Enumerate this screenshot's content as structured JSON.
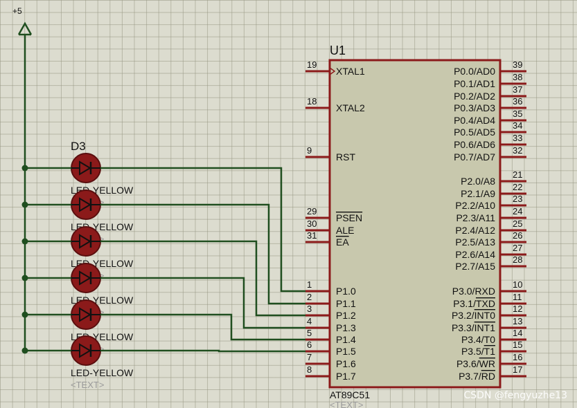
{
  "power": {
    "label": "+5"
  },
  "chip": {
    "ref": "U1",
    "part": "AT89C51",
    "text_placeholder": "<TEXT>",
    "left_pins": [
      {
        "num": "19",
        "name": "XTAL1",
        "clock": true
      },
      {
        "num": "18",
        "name": "XTAL2"
      },
      {
        "num": "9",
        "name": "RST"
      },
      {
        "num": "29",
        "name": "PSEN",
        "overbar": true
      },
      {
        "num": "30",
        "name": "ALE"
      },
      {
        "num": "31",
        "name": "EA",
        "overbar": true
      },
      {
        "num": "1",
        "name": "P1.0"
      },
      {
        "num": "2",
        "name": "P1.1"
      },
      {
        "num": "3",
        "name": "P1.2"
      },
      {
        "num": "4",
        "name": "P1.3"
      },
      {
        "num": "5",
        "name": "P1.4"
      },
      {
        "num": "6",
        "name": "P1.5"
      },
      {
        "num": "7",
        "name": "P1.6"
      },
      {
        "num": "8",
        "name": "P1.7"
      }
    ],
    "right_pins": [
      {
        "num": "39",
        "name": "P0.0/AD0"
      },
      {
        "num": "38",
        "name": "P0.1/AD1"
      },
      {
        "num": "37",
        "name": "P0.2/AD2"
      },
      {
        "num": "36",
        "name": "P0.3/AD3"
      },
      {
        "num": "35",
        "name": "P0.4/AD4"
      },
      {
        "num": "34",
        "name": "P0.5/AD5"
      },
      {
        "num": "33",
        "name": "P0.6/AD6"
      },
      {
        "num": "32",
        "name": "P0.7/AD7"
      },
      {
        "num": "21",
        "name": "P2.0/A8"
      },
      {
        "num": "22",
        "name": "P2.1/A9"
      },
      {
        "num": "23",
        "name": "P2.2/A10"
      },
      {
        "num": "24",
        "name": "P2.3/A11"
      },
      {
        "num": "25",
        "name": "P2.4/A12"
      },
      {
        "num": "26",
        "name": "P2.5/A13"
      },
      {
        "num": "27",
        "name": "P2.6/A14"
      },
      {
        "num": "28",
        "name": "P2.7/A15"
      },
      {
        "num": "10",
        "name": "P3.0/RXD"
      },
      {
        "num": "11",
        "name": "P3.1/",
        "bar": "TXD"
      },
      {
        "num": "12",
        "name": "P3.2/",
        "bar": "INT0"
      },
      {
        "num": "13",
        "name": "P3.3/",
        "bar": "INT1"
      },
      {
        "num": "14",
        "name": "P3.4/T0"
      },
      {
        "num": "15",
        "name": "P3.5/",
        "bar": "T1"
      },
      {
        "num": "16",
        "name": "P3.6/",
        "bar": "WR"
      },
      {
        "num": "17",
        "name": "P3.7/",
        "bar": "RD"
      }
    ]
  },
  "leds": {
    "top_ref": "D3",
    "value": "LED-YELLOW",
    "text_placeholder": "<TEXT>",
    "count": 6
  },
  "watermark": "CSDN @fengyuzhe13",
  "colors": {
    "wire": "#1f4e1f",
    "component": "#8b1a1a",
    "chip_fill": "#c8c8ad",
    "label": "#111111",
    "dim": "#9a9a9a"
  }
}
